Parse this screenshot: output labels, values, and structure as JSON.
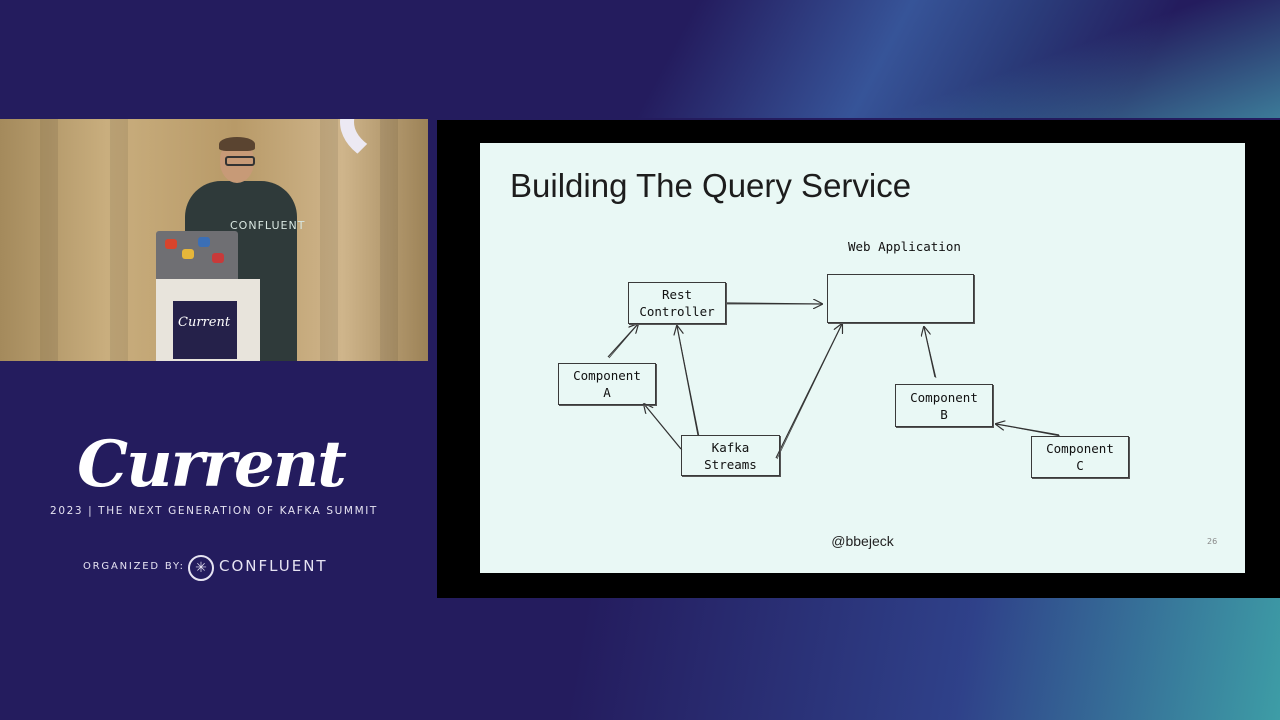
{
  "event": {
    "logo_text": "Current",
    "tagline": "2023 | THE NEXT GENERATION OF KAFKA SUMMIT",
    "organized_by": "ORGANIZED BY:",
    "organizer": "CONFLUENT",
    "shirt_text": "CONFLUENT",
    "podium_logo": "Current"
  },
  "slide": {
    "title": "Building The Query Service",
    "handle": "@bbejeck",
    "page_number": "26",
    "diagram": {
      "web_app_label": "Web Application",
      "nodes": {
        "rest": "Rest\nController",
        "compA": "Component\nA",
        "kafka": "Kafka\nStreams",
        "webapp": "",
        "compB": "Component\nB",
        "compC": "Component\nC"
      },
      "edges": [
        [
          "compA",
          "rest"
        ],
        [
          "kafka",
          "compA"
        ],
        [
          "kafka",
          "rest"
        ],
        [
          "rest",
          "webapp"
        ],
        [
          "kafka",
          "webapp"
        ],
        [
          "compB",
          "webapp"
        ],
        [
          "compC",
          "compB"
        ]
      ]
    }
  }
}
